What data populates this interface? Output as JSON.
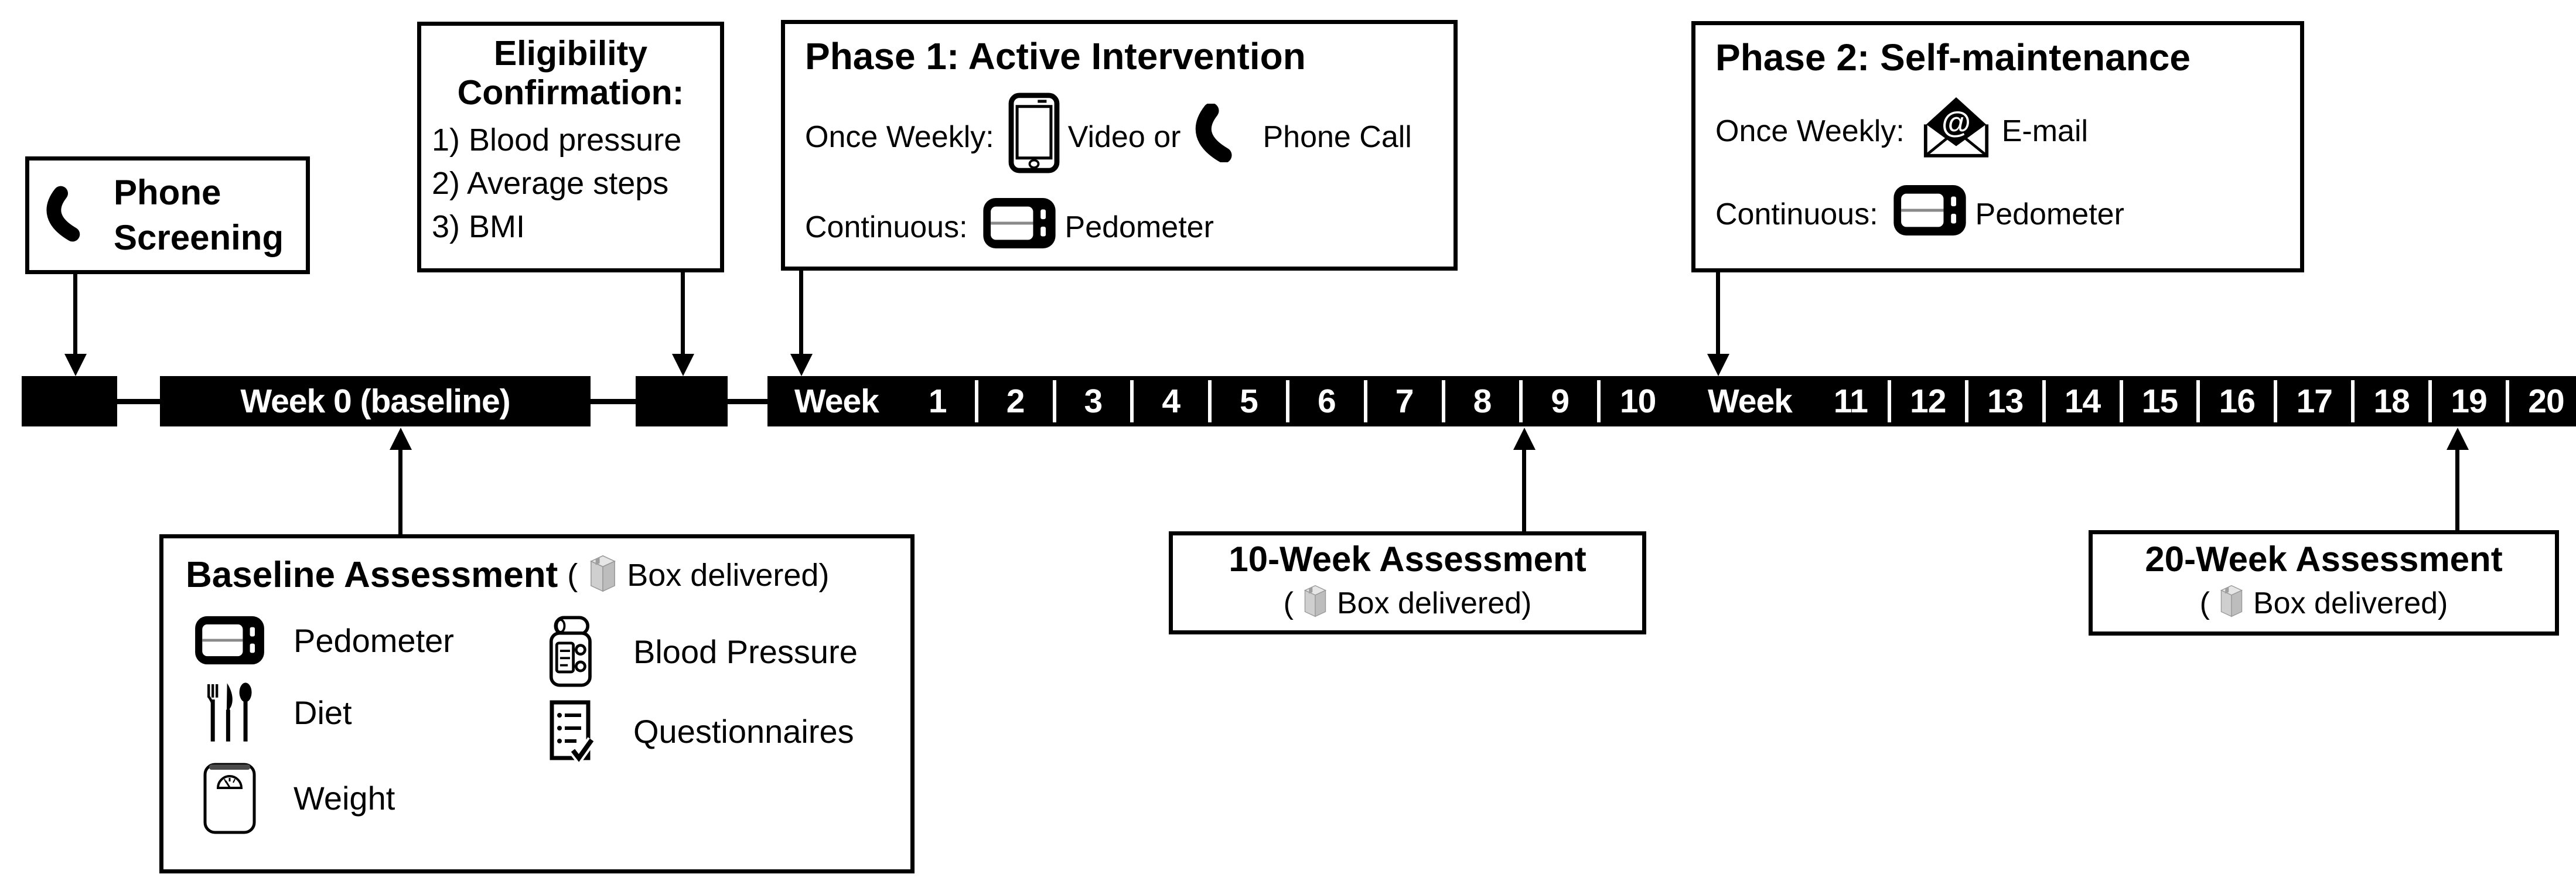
{
  "colors": {
    "ink": "#000000",
    "paper": "#ffffff",
    "timeline_bar": "#000000",
    "timeline_text": "#ffffff",
    "package_box_gray": "#c9c9c9"
  },
  "phone_screening": {
    "title": "Phone Screening",
    "icon": "phone-handset-icon"
  },
  "eligibility": {
    "title": "Eligibility Confirmation:",
    "items": [
      "1) Blood pressure",
      "2) Average steps",
      "3) BMI"
    ]
  },
  "phase1": {
    "title": "Phase 1: Active Intervention",
    "row1": {
      "label": "Once Weekly:",
      "icon1": "smartphone-icon",
      "text1": "Video or",
      "icon2": "phone-handset-icon",
      "text2": "Phone Call"
    },
    "row2": {
      "label": "Continuous:",
      "icon": "pedometer-icon",
      "text": "Pedometer"
    }
  },
  "phase2": {
    "title": "Phase 2: Self-maintenance",
    "row1": {
      "label": "Once Weekly:",
      "icon": "email-icon",
      "text": "E-mail"
    },
    "row2": {
      "label": "Continuous:",
      "icon": "pedometer-icon",
      "text": "Pedometer"
    }
  },
  "timeline": {
    "week0_label": "Week 0 (baseline)",
    "bar1": {
      "prefix": "Week",
      "weeks": [
        "1",
        "2",
        "3",
        "4",
        "5",
        "6",
        "7",
        "8",
        "9",
        "10"
      ]
    },
    "bar2": {
      "prefix": "Week",
      "weeks": [
        "11",
        "12",
        "13",
        "14",
        "15",
        "16",
        "17",
        "18",
        "19",
        "20"
      ]
    }
  },
  "baseline_assessment": {
    "title": "Baseline Assessment",
    "paren_open": "(",
    "box_icon": "package-box-icon",
    "paren_label": "Box delivered)",
    "items_left": [
      {
        "icon": "pedometer-icon",
        "label": "Pedometer"
      },
      {
        "icon": "cutlery-icon",
        "label": "Diet"
      },
      {
        "icon": "weight-scale-icon",
        "label": "Weight"
      }
    ],
    "items_right": [
      {
        "icon": "blood-pressure-monitor-icon",
        "label": "Blood Pressure"
      },
      {
        "icon": "questionnaire-checklist-icon",
        "label": "Questionnaires"
      }
    ]
  },
  "assessment_10wk": {
    "title": "10-Week Assessment",
    "paren_open": "(",
    "box_icon": "package-box-icon",
    "paren_label": "Box delivered)"
  },
  "assessment_20wk": {
    "title": "20-Week Assessment",
    "paren_open": "(",
    "box_icon": "package-box-icon",
    "paren_label": "Box delivered)"
  }
}
